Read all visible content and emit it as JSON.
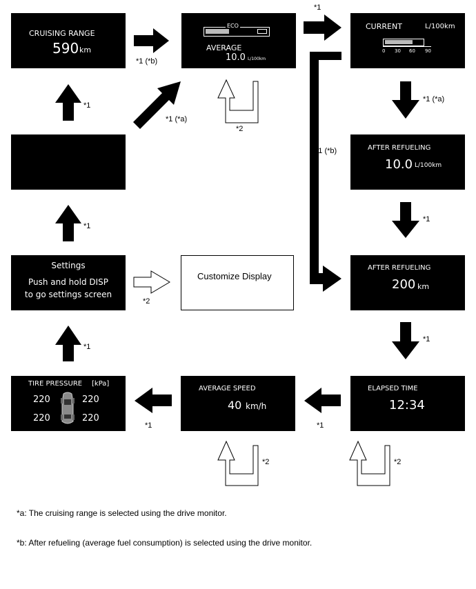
{
  "panels": {
    "cruising": {
      "title": "CRUISING RANGE",
      "value": "590",
      "unit": "km"
    },
    "average": {
      "eco": "ECO",
      "title": "AVERAGE",
      "value": "10.0",
      "unit": "L/100km"
    },
    "current": {
      "title": "CURRENT",
      "unit": "L/100km",
      "ticks": [
        "0",
        "30",
        "60",
        "90"
      ]
    },
    "after_fuel": {
      "title": "AFTER REFUELING",
      "value": "10.0",
      "unit": "L/100km"
    },
    "after_dist": {
      "title": "AFTER REFUELING",
      "value": "200",
      "unit": "km"
    },
    "elapsed": {
      "title": "ELAPSED TIME",
      "value": "12:34"
    },
    "avg_speed": {
      "title": "AVERAGE SPEED",
      "value": "40",
      "unit": "km/h"
    },
    "tire": {
      "title": "TIRE PRESSURE",
      "unit": "[kPa]",
      "fl": "220",
      "fr": "220",
      "rl": "220",
      "rr": "220"
    },
    "settings": {
      "title": "Settings",
      "line1": "Push and hold DISP",
      "line2": "to go settings screen"
    },
    "customize": {
      "label": "Customize Display"
    }
  },
  "labels": {
    "l_top_right": "*1",
    "l_cr_av": "*1 (*b)",
    "l_diag": "*1 (*a)",
    "l_avg_loop": "*2",
    "l_cur_down": "*1 (*a)",
    "l_long": "*1 (*b)",
    "l_af_down": "*1",
    "l_ad_down": "*1",
    "l_el_left": "*1",
    "l_as_left": "*1",
    "l_up1": "*1",
    "l_up2": "*1",
    "l_up3": "*1",
    "l_set_cust": "*2",
    "l_loop_as": "*2",
    "l_loop_el": "*2"
  },
  "notes": {
    "a": "*a: The cruising range is selected using the drive monitor.",
    "b": "*b: After refueling (average fuel consumption) is selected using the drive monitor."
  }
}
